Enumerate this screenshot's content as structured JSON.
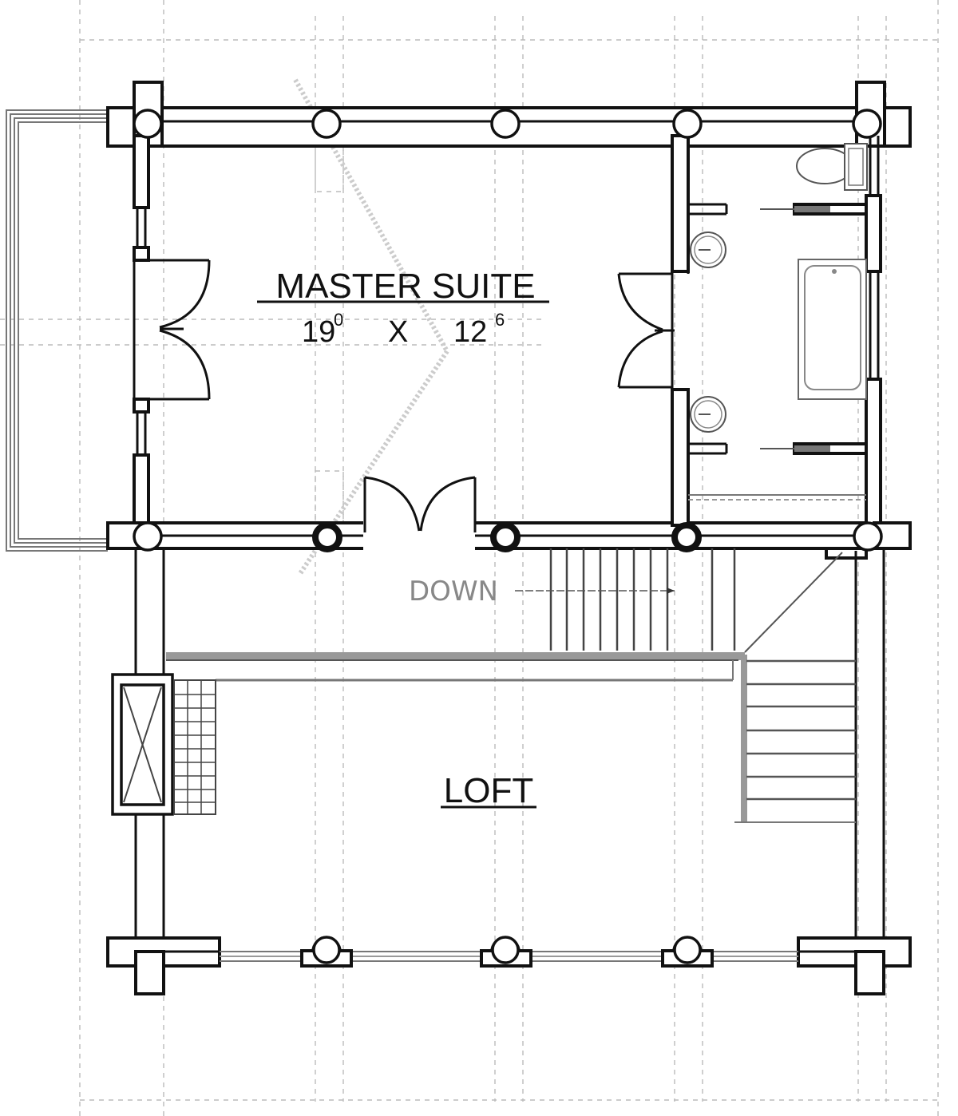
{
  "plan": {
    "rooms": [
      {
        "name": "MASTER SUITE",
        "dims_w": "19",
        "dims_w_sup": "0",
        "dims_x": "X",
        "dims_d": "12",
        "dims_d_sup": "6"
      },
      {
        "name": "LOFT"
      }
    ],
    "stair_label": "DOWN",
    "colors": {
      "line": "#111111",
      "grid": "#bbbbbb",
      "hatch": "#777777",
      "background": "#ffffff"
    }
  }
}
